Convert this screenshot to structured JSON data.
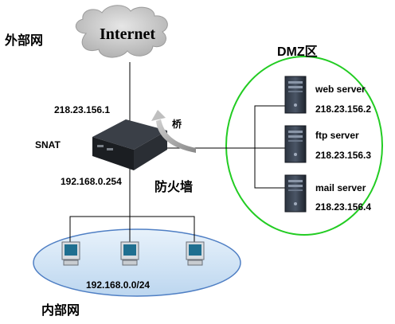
{
  "labels": {
    "external_net": "外部网",
    "internal_net": "内部网",
    "dmz": "DMZ区",
    "internet": "Internet",
    "firewall": "防火墙",
    "bridge": "桥",
    "snat": "SNAT",
    "outer_ip": "218.23.156.1",
    "inner_ip": "192.168.0.254",
    "lan_subnet": "192.168.0.0/24"
  },
  "servers": [
    {
      "name": "web server",
      "ip": "218.23.156.2"
    },
    {
      "name": "ftp server",
      "ip": "218.23.156.3"
    },
    {
      "name": "mail server",
      "ip": "218.23.156.4"
    }
  ],
  "colors": {
    "dmz_border": "#22cc22",
    "lan_fill": "#cfe3f5",
    "lan_border": "#4f7fc4",
    "cloud_fill": "#cccccc",
    "line": "#000000"
  }
}
